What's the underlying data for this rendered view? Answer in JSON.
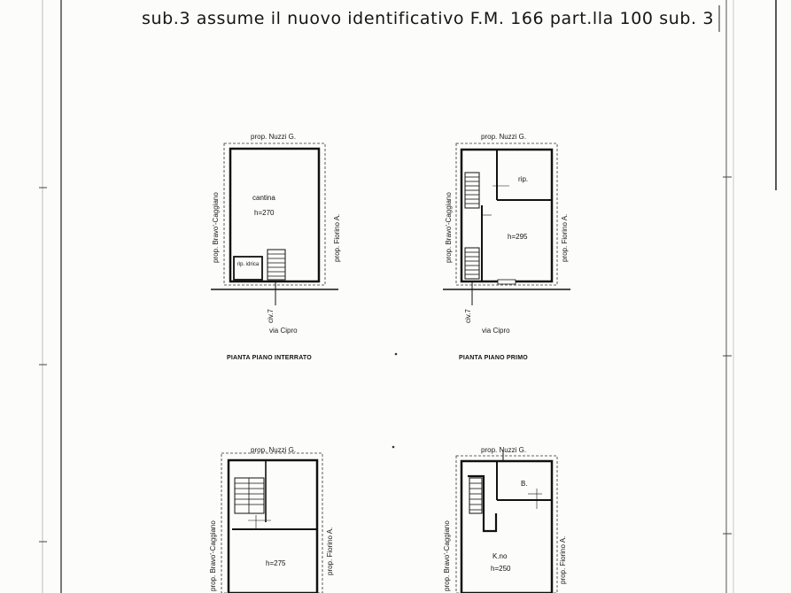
{
  "heading": "sub.3 assume il nuovo identificativo F.M. 166 part.lla 100 sub. 3",
  "plans": {
    "basement": {
      "top_neighbor": "prop. Nuzzi G.",
      "left_neighbor": "prop. Bravo'-Caggiano",
      "right_neighbor": "prop. Fiorino A.",
      "room_name": "cantina",
      "room_height": "h=270",
      "small_room": "rip. idrica",
      "civic": "civ.7",
      "street": "via Cipro",
      "caption": "PIANTA PIANO INTERRATO"
    },
    "ground": {
      "top_neighbor": "prop. Nuzzi G.",
      "left_neighbor": "prop. Bravo'-Caggiano",
      "right_neighbor": "prop. Fiorino A.",
      "small_room": "rip.",
      "room_height": "h=295",
      "civic": "civ.7",
      "street": "via Cipro",
      "caption": "PIANTA PIANO PRIMO"
    },
    "upper_left": {
      "top_neighbor": "prop. Nuzzi G.",
      "left_neighbor": "prop. Bravo'-Caggiano",
      "right_neighbor": "prop. Fiorino A.",
      "room_height": "h=275"
    },
    "upper_right": {
      "top_neighbor": "prop. Nuzzi G.",
      "left_neighbor": "prop. Bravo'-Caggiano",
      "right_neighbor": "prop. Fiorino A.",
      "small_room": "B.",
      "room_name": "K.no",
      "room_height": "h=250"
    }
  }
}
